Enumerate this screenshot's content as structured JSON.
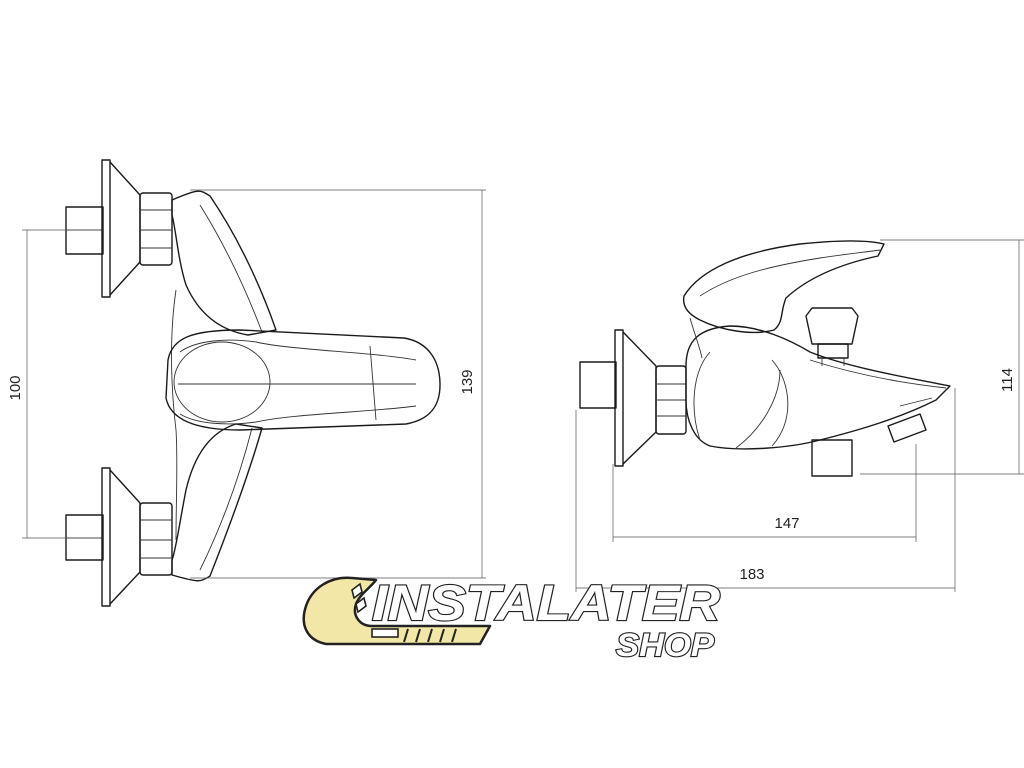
{
  "dimensions": {
    "front_height": "139",
    "front_inlet_spacing": "100",
    "side_height": "114",
    "side_depth": "147",
    "side_total": "183"
  },
  "logo": {
    "word1": "INSTALATER",
    "word2": "SHOP",
    "accent_color": "#f2e7a6"
  },
  "colors": {
    "line": "#1a1a1a",
    "dimension": "#555555",
    "background": "#ffffff"
  }
}
